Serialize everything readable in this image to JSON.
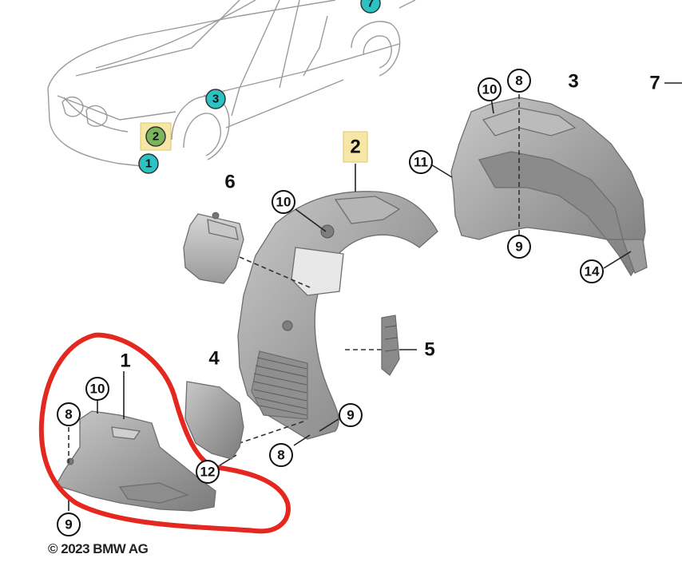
{
  "callouts": {
    "car_loc_1": "1",
    "car_loc_2": "2",
    "car_loc_3": "3",
    "car_loc_7": "7",
    "c10_left": "10",
    "c8_left": "8",
    "c9_left": "9",
    "c12": "12",
    "c8_bottom": "8",
    "c9_bottom": "9",
    "c10_center": "10",
    "c11": "11",
    "c10_top": "10",
    "c8_top": "8",
    "c9_right": "9",
    "c14": "14"
  },
  "part_numbers": {
    "p1": "1",
    "p2": "2",
    "p3": "3",
    "p4": "4",
    "p5": "5",
    "p6": "6",
    "p7": "7"
  },
  "colors": {
    "car_loc_green": "#7ab55c",
    "car_loc_teal": "#2cc2c4",
    "highlight": "#f6e7a8",
    "red_annotation": "#e5281f",
    "part_fill": "#a9a9a9"
  },
  "copyright": "© 2023 BMW AG"
}
